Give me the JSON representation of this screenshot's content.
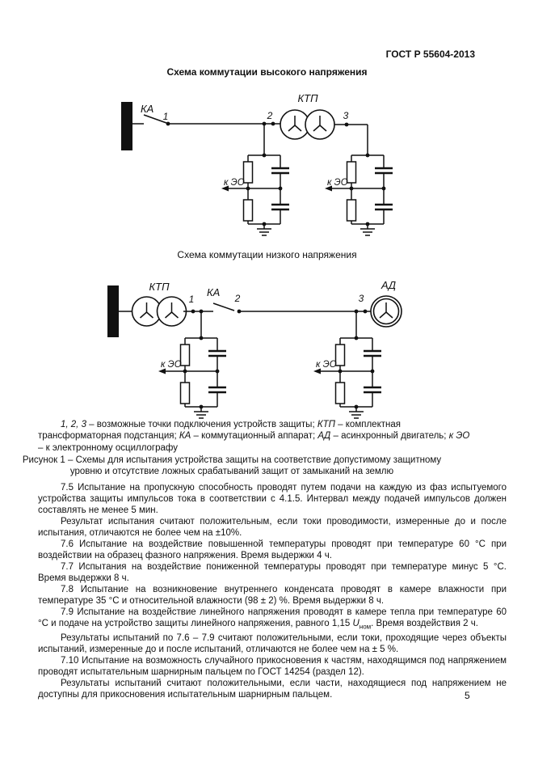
{
  "page": {
    "header": "ГОСТ Р 55604-2013",
    "page_number": "5"
  },
  "figure": {
    "title_high": "Схема коммутации высокого напряжения",
    "title_low": "Схема коммутации низкого напряжения",
    "labels": {
      "ka": "КА",
      "ktp": "КТП",
      "ad": "АД",
      "p1": "1",
      "p2": "2",
      "p3": "3",
      "k_eo": "к ЭО"
    },
    "legend": [
      [
        {
          "t": "1, 2, 3"
        },
        {
          "t": " – возможные точки подключения устройств защиты; "
        },
        {
          "t": "КТП"
        },
        {
          "t": " – комплектная"
        }
      ],
      [
        {
          "t": "трансформаторная подстанция; "
        },
        {
          "t": "КА"
        },
        {
          "t": " – коммутационный аппарат; "
        },
        {
          "t": "АД"
        },
        {
          "t": " – асинхронный двигатель; "
        },
        {
          "t": "к ЭО"
        }
      ],
      [
        {
          "t": "– к электронному осциллографу"
        }
      ]
    ],
    "caption_line1": "Рисунок 1 – Схемы для испытания устройства защиты на соответствие допустимому защитному",
    "caption_line2": "уровню и отсутствие ложных срабатываний защит от замыканий на землю"
  },
  "body": {
    "p1": "7.5 Испытание на пропускную способность проводят путем подачи на каждую из фаз испытуемого устройства защиты импульсов тока в соответствии с 4.1.5. Интервал между подачей импульсов должен составлять не менее 5 мин.",
    "p2": "Результат испытания считают положительным, если токи проводимости, измеренные до и после испытания, отличаются не более чем на ±10%.",
    "p3": "7.6 Испытание на воздействие повышенной температуры проводят при температуре 60 °С при воздействии на образец фазного напряжения. Время выдержки 4 ч.",
    "p4": "7.7 Испытания на воздействие пониженной температуры проводят при температуре минус 5 °С. Время выдержки 8 ч.",
    "p5": "7.8 Испытание на возникновение внутреннего конденсата проводят в камере влажности при температуре 35 °С и относительной влажности (98 ± 2) %. Время выдержки 8 ч.",
    "p6_pre": "7.9 Испытание на воздействие линейного напряжения проводят в камере тепла при температуре 60 °С и подаче на устройство защиты линейного напряжения, равного 1,15 ",
    "p6_u": "U",
    "p6_sub": "ном",
    "p6_post": ". Время воздействия 2 ч.",
    "p7": "Результаты испытаний по 7.6 – 7.9 считают положительными, если токи, проходящие через объекты испытаний, измеренные до и после испытаний, отличаются не более чем на ± 5 %.",
    "p8": "7.10 Испытание на возможность случайного прикосновения к частям, находящимся под напряжением проводят испытательным шарнирным пальцем по ГОСТ 14254 (раздел 12).",
    "p9": "Результаты испытаний считают положительными, если части, находящиеся под напряжением не доступны для прикосновения испытательным шарнирным пальцем."
  }
}
